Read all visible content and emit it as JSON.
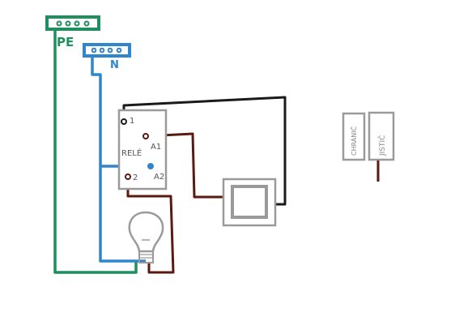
{
  "colors": {
    "pe_wire": "#1f8f5f",
    "pe_label": "#1f8f5f",
    "n_wire": "#2f86cc",
    "n_label": "#2f86cc",
    "line_wire": "#1a1a1a",
    "load_wire": "#5a1a12",
    "component_outline": "#9a9a9a",
    "breaker_accent": "#5a1a12"
  },
  "labels": {
    "pe_bar": "PE",
    "n_bar": "N",
    "relay_name": "RELÉ",
    "relay_pin_1": "1",
    "relay_pin_2": "2",
    "relay_pin_a1": "A1",
    "relay_pin_a2": "A2",
    "breaker_left": "CHRÁNIČ",
    "breaker_right": "JISTIČ"
  },
  "components": [
    {
      "id": "pe-terminal-bar",
      "kind": "terminal bar",
      "terminals": 4
    },
    {
      "id": "n-terminal-bar",
      "kind": "terminal bar",
      "terminals": 4
    },
    {
      "id": "relay",
      "kind": "relay"
    },
    {
      "id": "switch",
      "kind": "wall switch"
    },
    {
      "id": "bulb",
      "kind": "light bulb"
    },
    {
      "id": "rcd",
      "kind": "breaker"
    },
    {
      "id": "circuit-breaker",
      "kind": "breaker"
    }
  ]
}
